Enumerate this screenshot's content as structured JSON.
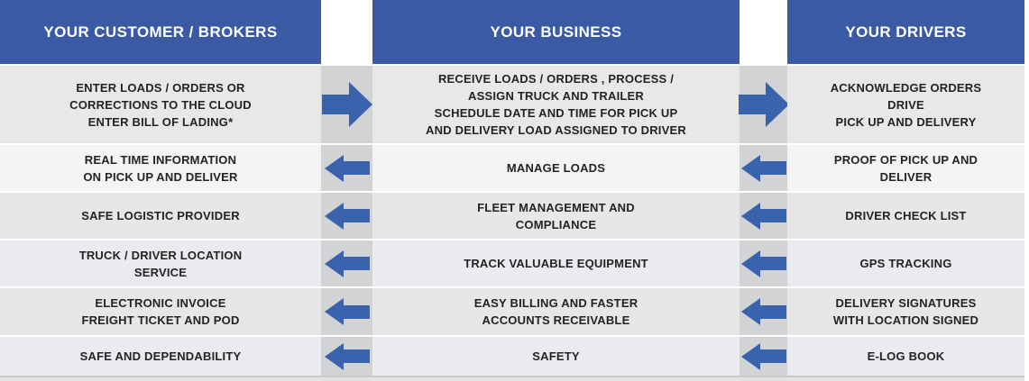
{
  "header": {
    "customers": "YOUR CUSTOMER / BROKERS",
    "business": "YOUR BUSINESS",
    "drivers": "YOUR DRIVERS"
  },
  "rows": {
    "customers": [
      "ENTER LOADS / ORDERS OR\nCORRECTIONS TO THE CLOUD\nENTER BILL OF LADING*",
      "REAL TIME INFORMATION\nON PICK UP AND DELIVER",
      "SAFE LOGISTIC PROVIDER",
      "TRUCK / DRIVER LOCATION\nSERVICE",
      "ELECTRONIC INVOICE\nFREIGHT TICKET AND POD",
      "SAFE AND DEPENDABILITY"
    ],
    "business": [
      "RECEIVE LOADS / ORDERS , PROCESS /\nASSIGN TRUCK AND TRAILER\nSCHEDULE DATE AND TIME FOR PICK UP\nAND DELIVERY LOAD ASSIGNED TO DRIVER",
      "MANAGE LOADS",
      "FLEET MANAGEMENT AND\nCOMPLIANCE",
      "TRACK VALUABLE EQUIPMENT",
      "EASY BILLING AND FASTER\nACCOUNTS RECEIVABLE",
      "SAFETY"
    ],
    "drivers": [
      "ACKNOWLEDGE ORDERS\nDRIVE\nPICK UP AND DELIVERY",
      "PROOF OF PICK UP AND\nDELIVER",
      "DRIVER CHECK LIST",
      "GPS TRACKING",
      "DELIVERY SIGNATURES\nWITH LOCATION SIGNED",
      "E-LOG BOOK"
    ]
  },
  "arrows": {
    "directions": [
      "right",
      "left",
      "left",
      "left",
      "left",
      "left"
    ]
  },
  "colors": {
    "header_blue": "#3a5ba3",
    "arrow_blue": "#3a63ae",
    "gutter_gray": "#d2d3d4"
  }
}
